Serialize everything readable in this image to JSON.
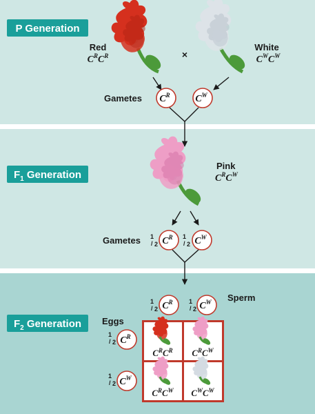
{
  "colors": {
    "panel_bg": "#cfe7e4",
    "f2_bg": "#a9d5d2",
    "badge": "#1a9f9a",
    "circle_stroke": "#c0392b",
    "punnett_border": "#c0392b",
    "red_flower": "#d5301e",
    "white_flower": "#dde3e8",
    "pink_flower": "#ee9ec6",
    "stem": "#4c9a3a"
  },
  "p_generation": {
    "badge": "P Generation",
    "red_label": "Red",
    "red_genotype": {
      "a1": "C",
      "s1": "R",
      "a2": "C",
      "s2": "R"
    },
    "cross_symbol": "×",
    "white_label": "White",
    "white_genotype": {
      "a1": "C",
      "s1": "W",
      "a2": "C",
      "s2": "W"
    },
    "gametes_label": "Gametes",
    "gamete_1": {
      "letter": "C",
      "sup": "R"
    },
    "gamete_2": {
      "letter": "C",
      "sup": "W"
    }
  },
  "f1_generation": {
    "badge_pre": "F",
    "badge_sub": "1",
    "badge_post": " Generation",
    "pink_label": "Pink",
    "pink_genotype": {
      "a1": "C",
      "s1": "R",
      "a2": "C",
      "s2": "W"
    },
    "gametes_label": "Gametes",
    "gamete_1": {
      "num": "1",
      "den": "2",
      "letter": "C",
      "sup": "R"
    },
    "gamete_2": {
      "num": "1",
      "den": "2",
      "letter": "C",
      "sup": "W"
    }
  },
  "f2_generation": {
    "badge_pre": "F",
    "badge_sub": "2",
    "badge_post": " Generation",
    "sperm_label": "Sperm",
    "eggs_label": "Eggs",
    "sperm_1": {
      "num": "1",
      "den": "2",
      "letter": "C",
      "sup": "R"
    },
    "sperm_2": {
      "num": "1",
      "den": "2",
      "letter": "C",
      "sup": "W"
    },
    "egg_1": {
      "num": "1",
      "den": "2",
      "letter": "C",
      "sup": "R"
    },
    "egg_2": {
      "num": "1",
      "den": "2",
      "letter": "C",
      "sup": "W"
    },
    "cells": [
      {
        "a1": "C",
        "s1": "R",
        "a2": "C",
        "s2": "R",
        "flower": "red"
      },
      {
        "a1": "C",
        "s1": "R",
        "a2": "C",
        "s2": "W",
        "flower": "pink"
      },
      {
        "a1": "C",
        "s1": "R",
        "a2": "C",
        "s2": "W",
        "flower": "pink"
      },
      {
        "a1": "C",
        "s1": "W",
        "a2": "C",
        "s2": "W",
        "flower": "white"
      }
    ]
  }
}
